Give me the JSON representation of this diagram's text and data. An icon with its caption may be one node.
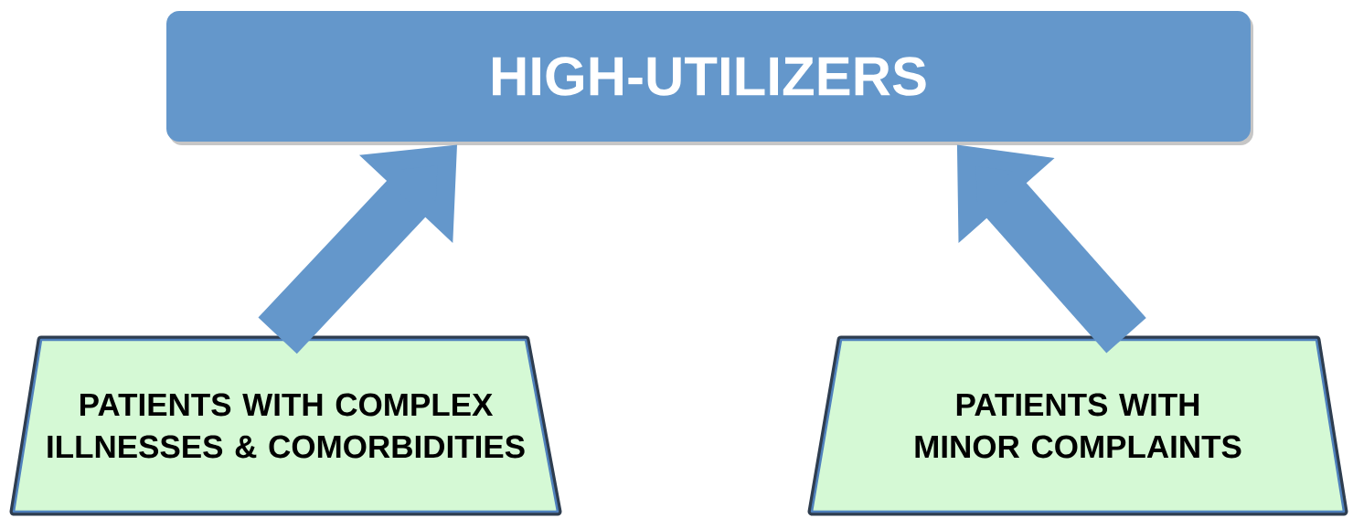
{
  "diagram": {
    "nodes": [
      {
        "text": [
          "HIGH-UTILIZERS"
        ]
      },
      {
        "text": [
          "PATIENTS WITH COMPLEX ILLNESSES & COMORBIDITIES"
        ]
      },
      {
        "text": [
          "PATIENTS WITH MINOR COMPLAINTS"
        ]
      }
    ],
    "edges": [
      {
        "from": 1,
        "to": 0,
        "arrow": "to"
      },
      {
        "from": 2,
        "to": 0,
        "arrow": "to"
      }
    ]
  }
}
